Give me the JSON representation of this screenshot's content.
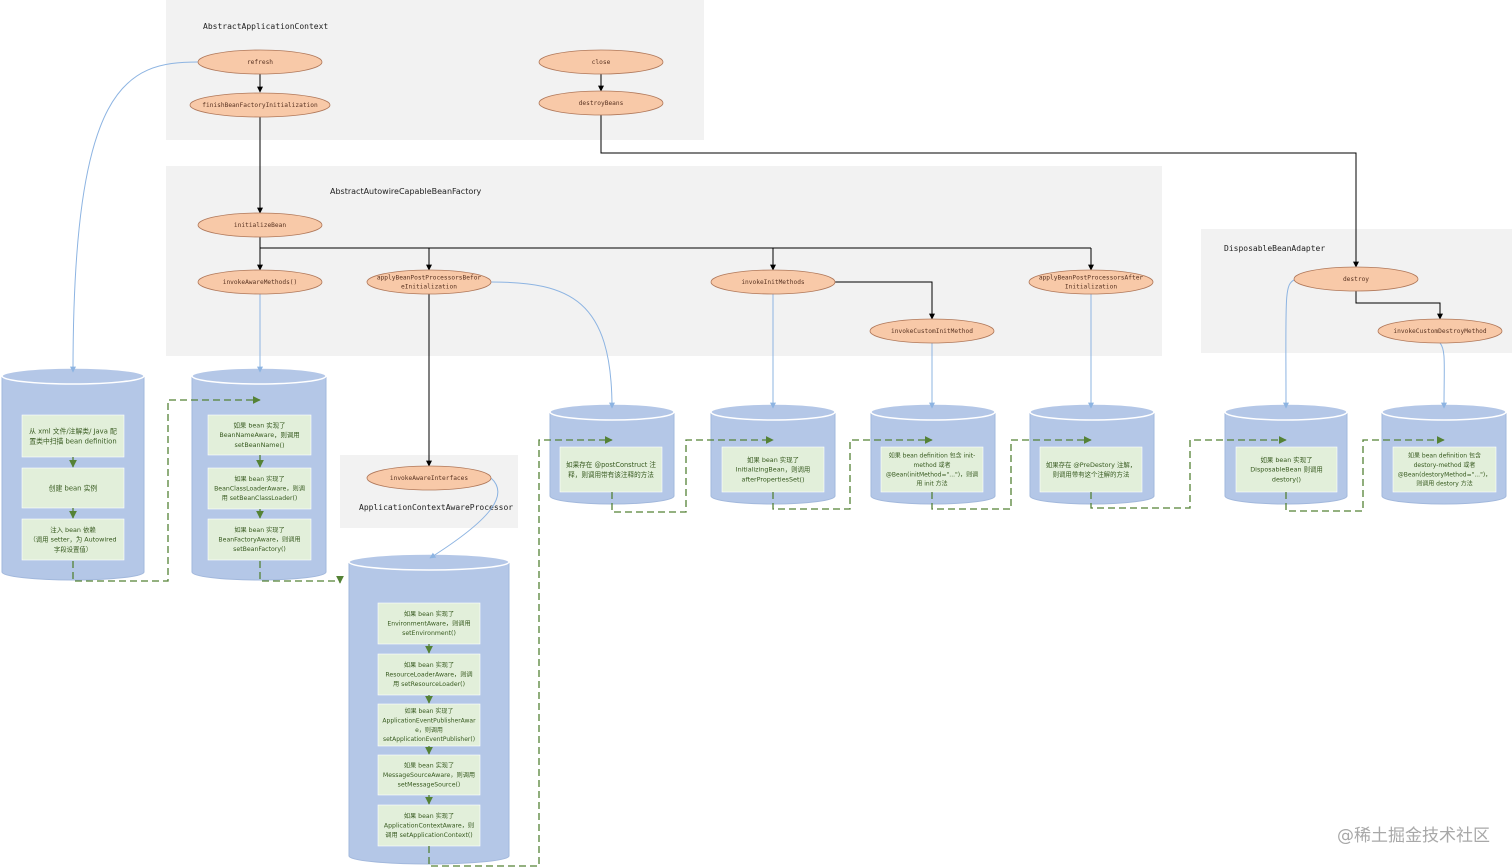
{
  "regions": {
    "app_context": "AbstractApplicationContext",
    "autowire_factory": "AbstractAutowireCapableBeanFactory",
    "disposable_adapter": "DisposableBeanAdapter",
    "aware_processor": "ApplicationContextAwareProcessor"
  },
  "methods": {
    "refresh": "refresh",
    "close": "close",
    "finish_bean_factory_init": "finishBeanFactoryInitialization",
    "destroy_beans": "destroyBeans",
    "initialize_bean": "initializeBean",
    "invoke_aware_methods": "invokeAwareMethods()",
    "apply_before_1": "applyBeanPostProcessorsBefor",
    "apply_before_2": "eInitialization",
    "invoke_init_methods": "invokeInitMethods",
    "apply_after_1": "applyBeanPostProcessorsAfter",
    "apply_after_2": "Initialization",
    "invoke_custom_init": "invokeCustomInitMethod",
    "destroy": "destroy",
    "invoke_custom_destroy": "invokeCustomDestroyMethod",
    "invoke_aware_interfaces": "invokeAwareInterfaces"
  },
  "steps": {
    "load": [
      "从 xml 文件/注解类/ Java 配",
      "置类中扫描 bean definition"
    ],
    "create": [
      "创建 bean 实例"
    ],
    "inject": [
      "注入 bean 依赖",
      "（调用 setter，为 Autowired",
      "字段设置值）"
    ],
    "bean_name_aware": [
      "如果 bean 实现了",
      "BeanNameAware，则调用",
      "setBeanName()"
    ],
    "class_loader_aware": [
      "如果 bean 实现了",
      "BeanClassLoaderAware，则调",
      "用 setBeanClassLoader()"
    ],
    "bean_factory_aware": [
      "如果 bean 实现了",
      "BeanFactoryAware，则调用",
      "setBeanFactory()"
    ],
    "environment_aware": [
      "如果 bean 实现了",
      "EnvironmentAware，则调用",
      "setEnvironment()"
    ],
    "resource_loader_aware": [
      "如果 bean 实现了",
      "ResourceLoaderAware，则调",
      "用 setResourceLoader()"
    ],
    "event_publisher_aware": [
      "如果 bean 实现了",
      "ApplicationEventPublisherAwar",
      "e，则调用",
      "setApplicationEventPublisher()"
    ],
    "message_source_aware": [
      "如果 bean 实现了",
      "MessageSourceAware，则调用",
      "setMessageSource()"
    ],
    "app_context_aware": [
      "如果 bean 实现了",
      "ApplicationContextAware，则",
      "调用 setApplicationContext()"
    ],
    "post_construct": [
      "如果存在 @postConstruct 注",
      "释，则调用带有该注释的方法"
    ],
    "initializing_bean": [
      "如果 bean 实现了",
      "InitializingBean，则调用",
      "afterPropertiesSet()"
    ],
    "init_method": [
      "如果 bean definition 包含 init-",
      "method 或者",
      "@Bean(initMethod=\"...\")，则调",
      "用 init 方法"
    ],
    "pre_destroy": [
      "如果存在 @PreDestory 注解，",
      "则调用带有这个注解的方法"
    ],
    "disposable_bean": [
      "如果 bean 实现了",
      "DisposableBean 则调用",
      "destory()"
    ],
    "destroy_method": [
      "如果 bean definition 包含",
      "destory-method 或者",
      "@Bean(destoryMethod=\"...\")，",
      "则调用 destory 方法"
    ]
  },
  "watermark": "@稀土掘金技术社区",
  "colors": {
    "region_bg": "#f2f2f2",
    "method_fill": "#f8c9a8",
    "method_stroke": "#b0785a",
    "cylinder_fill": "#b4c7e7",
    "cylinder_stroke": "#a2b8dc",
    "step_fill": "#e2efda",
    "step_text": "#375a1f",
    "step_arrow": "#548235",
    "dashed_path": "#548235",
    "blue_connector": "#8db4e2",
    "black_connector": "#000000"
  }
}
